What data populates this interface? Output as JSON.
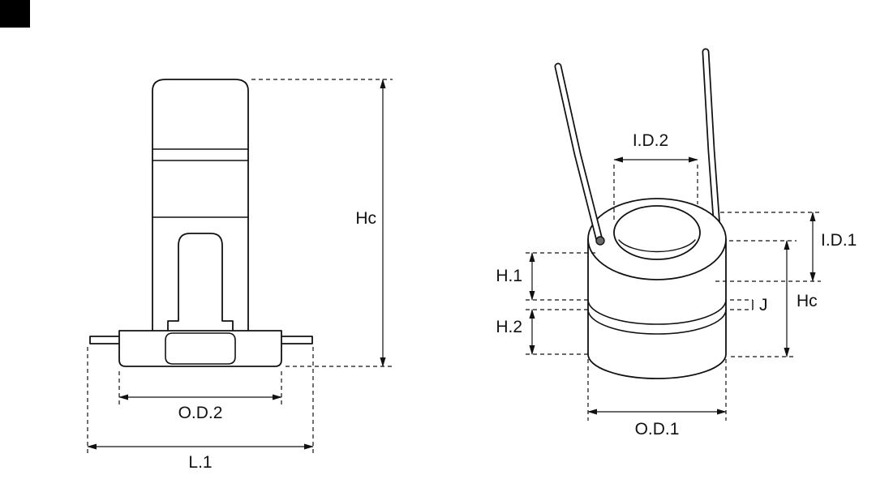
{
  "canvas": {
    "background_color": "#ffffff",
    "line_color": "#111111",
    "corner_marker_color": "#000000"
  },
  "side_view": {
    "labels": {
      "hc": "Hc",
      "od2": "O.D.2",
      "l1": "L.1"
    }
  },
  "perspective_view": {
    "labels": {
      "id2": "I.D.2",
      "id1": "I.D.1",
      "h1": "H.1",
      "h2": "H.2",
      "j": "J",
      "hc": "Hc",
      "od1": "O.D.1"
    }
  }
}
